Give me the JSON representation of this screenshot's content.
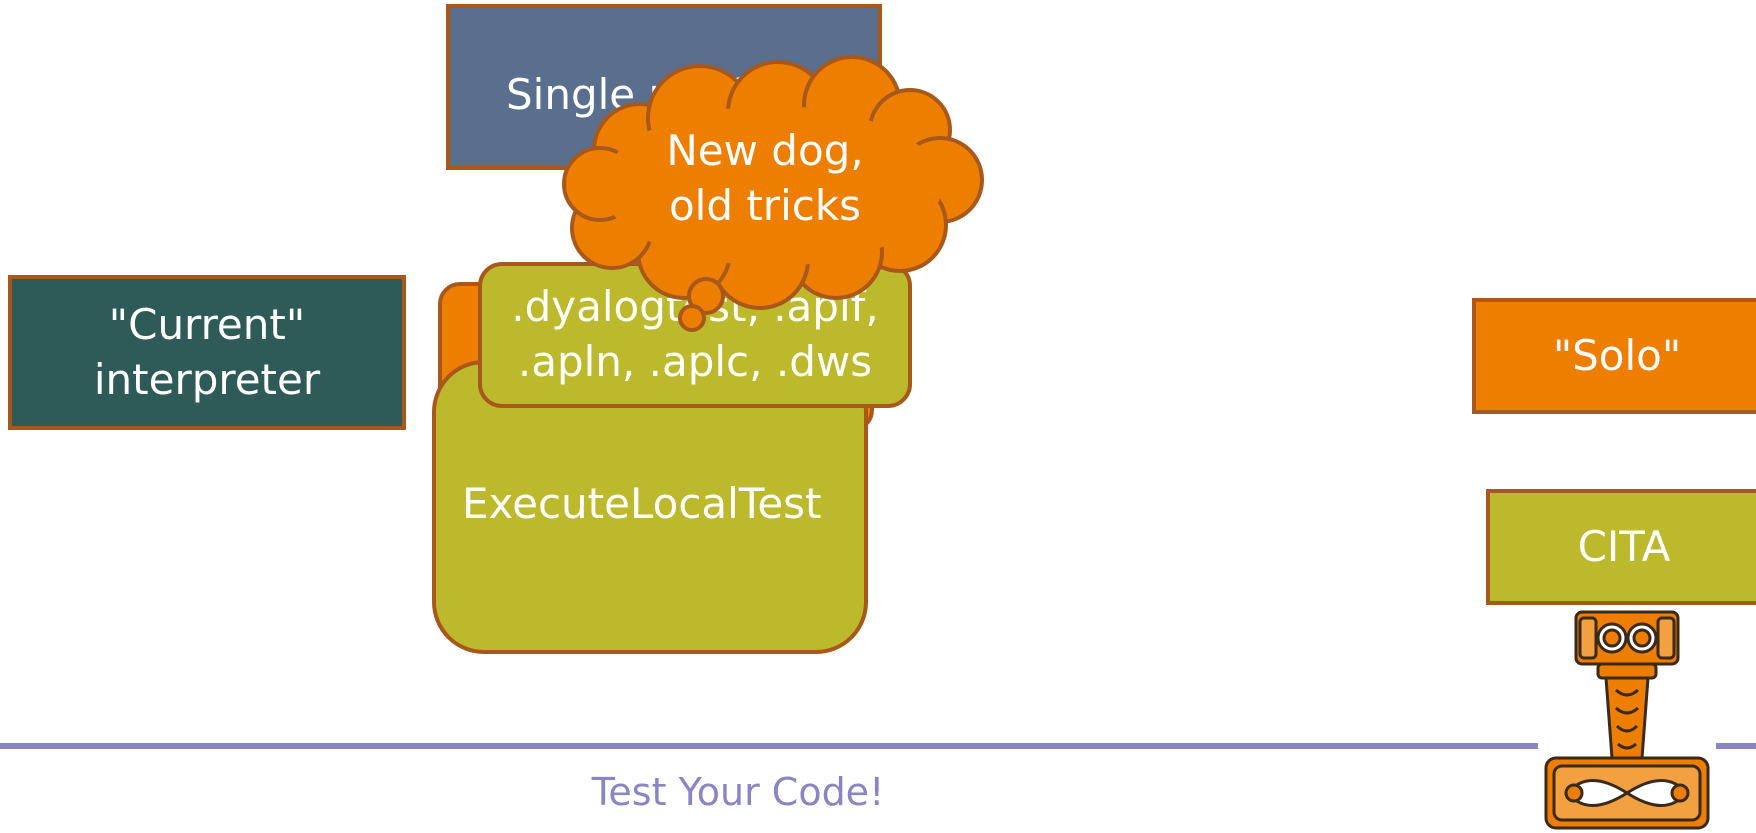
{
  "boxes": {
    "single_platform": "Single platform",
    "current_interpreter": "\"Current\"\ninterpreter",
    "execute_local_test": "ExecuteLocalTest",
    "file_types": ".dyalogtest, .aplf,\n.apln, .aplc, .dws",
    "solo": "\"Solo\"",
    "cita": "CITA"
  },
  "callout": {
    "text": "New dog,\nold tricks"
  },
  "footer": {
    "title": "Test Your Code!"
  },
  "colors": {
    "orange": "#ee7e00",
    "olive": "#bdb92c",
    "slate_blue": "#5a6f8e",
    "dark_teal": "#2e5b57",
    "border_brown": "#a8581a",
    "footer_purple": "#8a86c3"
  },
  "icons": {
    "logo": "thors-hammer-logo"
  }
}
